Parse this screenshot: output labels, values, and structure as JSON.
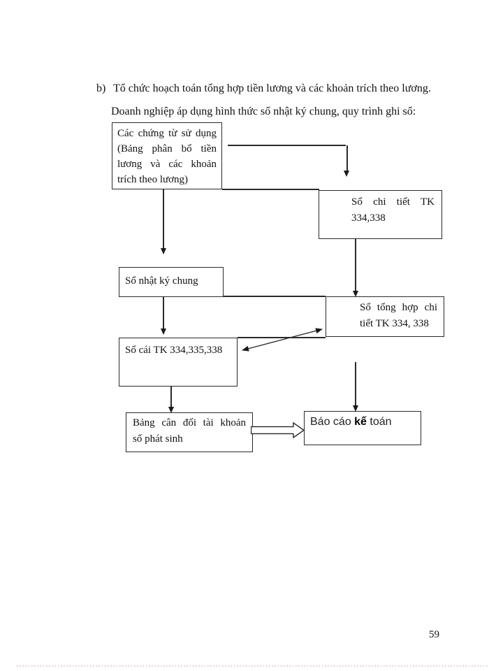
{
  "page": {
    "background": "#ffffff",
    "page_number": "59",
    "heading": {
      "marker": "b)",
      "line1": "Tổ chức hoạch toán tổng hợp tiền lương và các khoản trích theo lương.",
      "line2": "Doanh nghiệp áp dụng hình thức sổ nhật ký chung, quy trình ghi sổ:"
    }
  },
  "flowchart": {
    "line_color": "#2a2a2a",
    "boxes": {
      "source_documents": {
        "line1": "Các chứng từ sử dụng",
        "line2": "(Bảng phân bổ tiền",
        "line3": "lương và các khoản",
        "line4": "trích theo lương)"
      },
      "detail_ledger": {
        "line1": "Sổ chi tiết TK",
        "line2": "334,338"
      },
      "general_journal": {
        "line1": "Sổ nhật ký chung"
      },
      "summary_detail_ledger": {
        "line1": "Sổ tổng hợp chi",
        "line2": "tiết TK 334, 338"
      },
      "general_ledger": {
        "line1": "Sổ cái TK 334,335,338"
      },
      "trial_balance": {
        "line1": "Bảng cân đối tài khoản",
        "line2": "số phát sinh"
      },
      "financial_report": {
        "part1": "Báo cáo ",
        "part2_bold": "kế",
        "part3": " toán"
      }
    }
  }
}
